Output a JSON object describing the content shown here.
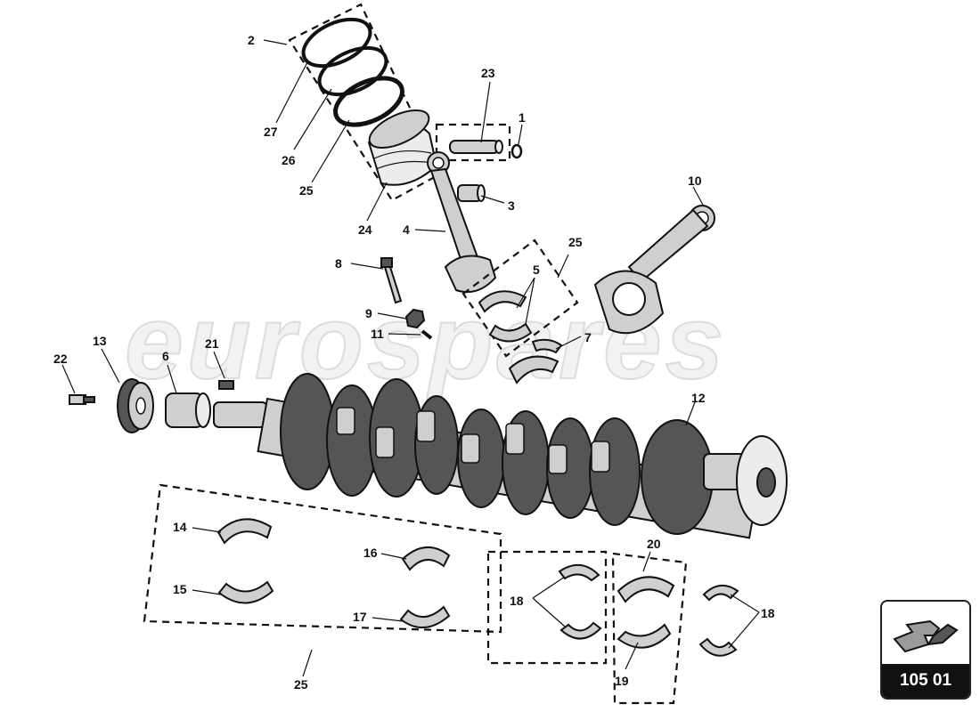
{
  "watermark": "eurospares",
  "ref_badge": {
    "code": "105 01",
    "icon": "arrow-back-icon"
  },
  "callouts": {
    "c1": "1",
    "c2": "2",
    "c3": "3",
    "c4": "4",
    "c5": "5",
    "c6": "6",
    "c7": "7",
    "c8": "8",
    "c9": "9",
    "c10": "10",
    "c11": "11",
    "c12": "12",
    "c13": "13",
    "c14": "14",
    "c15": "15",
    "c16": "16",
    "c17": "17",
    "c18a": "18",
    "c18b": "18",
    "c19": "19",
    "c20": "20",
    "c21": "21",
    "c22": "22",
    "c23": "23",
    "c24": "24",
    "c25a": "25",
    "c25b": "25",
    "c25c": "25",
    "c26": "26",
    "c27": "27"
  }
}
